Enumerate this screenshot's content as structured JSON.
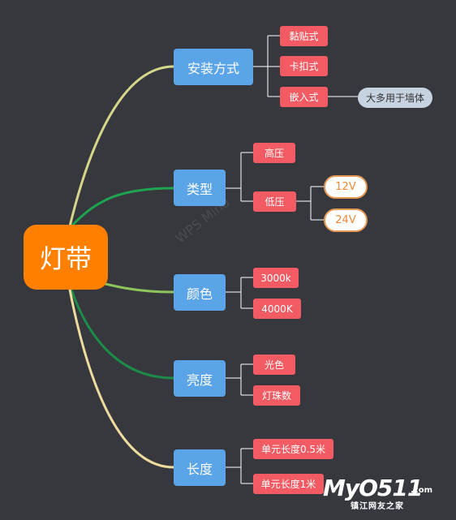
{
  "root": "灯带",
  "categories": {
    "install": "安装方式",
    "type": "类型",
    "color": "颜色",
    "brightness": "亮度",
    "length": "长度"
  },
  "leaves": {
    "install": [
      "黏贴式",
      "卡扣式",
      "嵌入式"
    ],
    "install_note": "大多用于墙体",
    "type": [
      "高压",
      "低压"
    ],
    "voltage": [
      "12V",
      "24V"
    ],
    "color": [
      "3000k",
      "4000K"
    ],
    "brightness": [
      "光色",
      "灯珠数"
    ],
    "length": [
      "单元长度0.5米",
      "单元长度1米"
    ]
  },
  "watermark": "WPS Mind",
  "logo": {
    "main": "MyO511",
    "suffix": ".com",
    "subtitle": "镇江网友之家"
  },
  "colors": {
    "background": "#36383d",
    "root": "#ff8000",
    "category": "#5ba4e8",
    "leaf": "#f25b63",
    "link_install": "#d6d68a",
    "link_type": "#1ea350",
    "link_color": "#8dc45b",
    "link_brightness": "#1d8c4a",
    "link_length": "#eedc9e"
  }
}
